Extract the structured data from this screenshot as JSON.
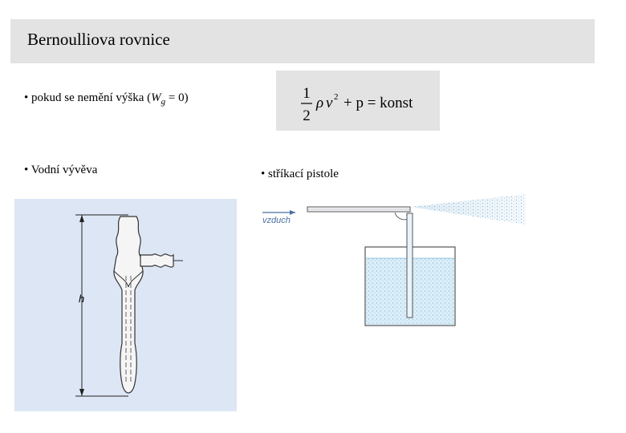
{
  "slide": {
    "title": "Bernoulliova rovnice"
  },
  "bullets": {
    "height_note_prefix": "• pokud se nemění výška (",
    "height_note_var": "W",
    "height_note_sub": "g",
    "height_note_suffix": " = 0)",
    "water_pump": "• Vodní vývěva",
    "spray_gun": "• stříkací pistole"
  },
  "formula": {
    "numerator": "1",
    "denominator": "2",
    "rho": "ρ",
    "v": "v",
    "exp": "2",
    "rest": "+ p = konst"
  },
  "pump_diagram": {
    "label_h": "h"
  },
  "spray_diagram": {
    "label_air": "vzduch"
  }
}
